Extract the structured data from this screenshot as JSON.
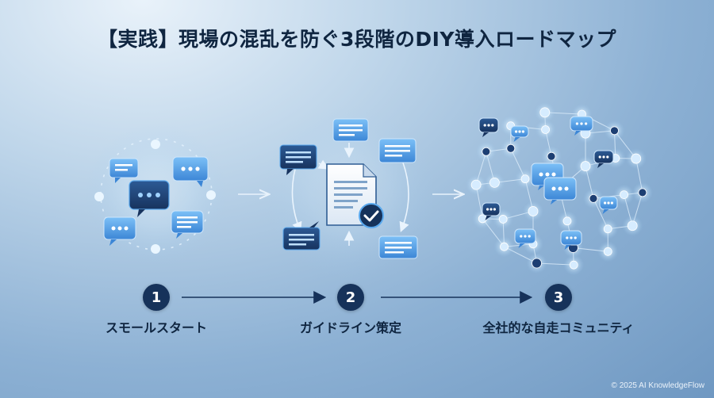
{
  "title": "【実践】現場の混乱を防ぐ3段階のDIY導入ロードマップ",
  "steps": [
    {
      "number": "1",
      "label": "スモールスタート"
    },
    {
      "number": "2",
      "label": "ガイドライン策定"
    },
    {
      "number": "3",
      "label": "全社的な自走コミュニティ"
    }
  ],
  "copyright": "© 2025 AI KnowledgeFlow",
  "colors": {
    "navy": "#16325a",
    "bubble_light": "#5aa9ee",
    "bubble_dark": "#1d3f73",
    "node_glow": "#cfeaff"
  }
}
